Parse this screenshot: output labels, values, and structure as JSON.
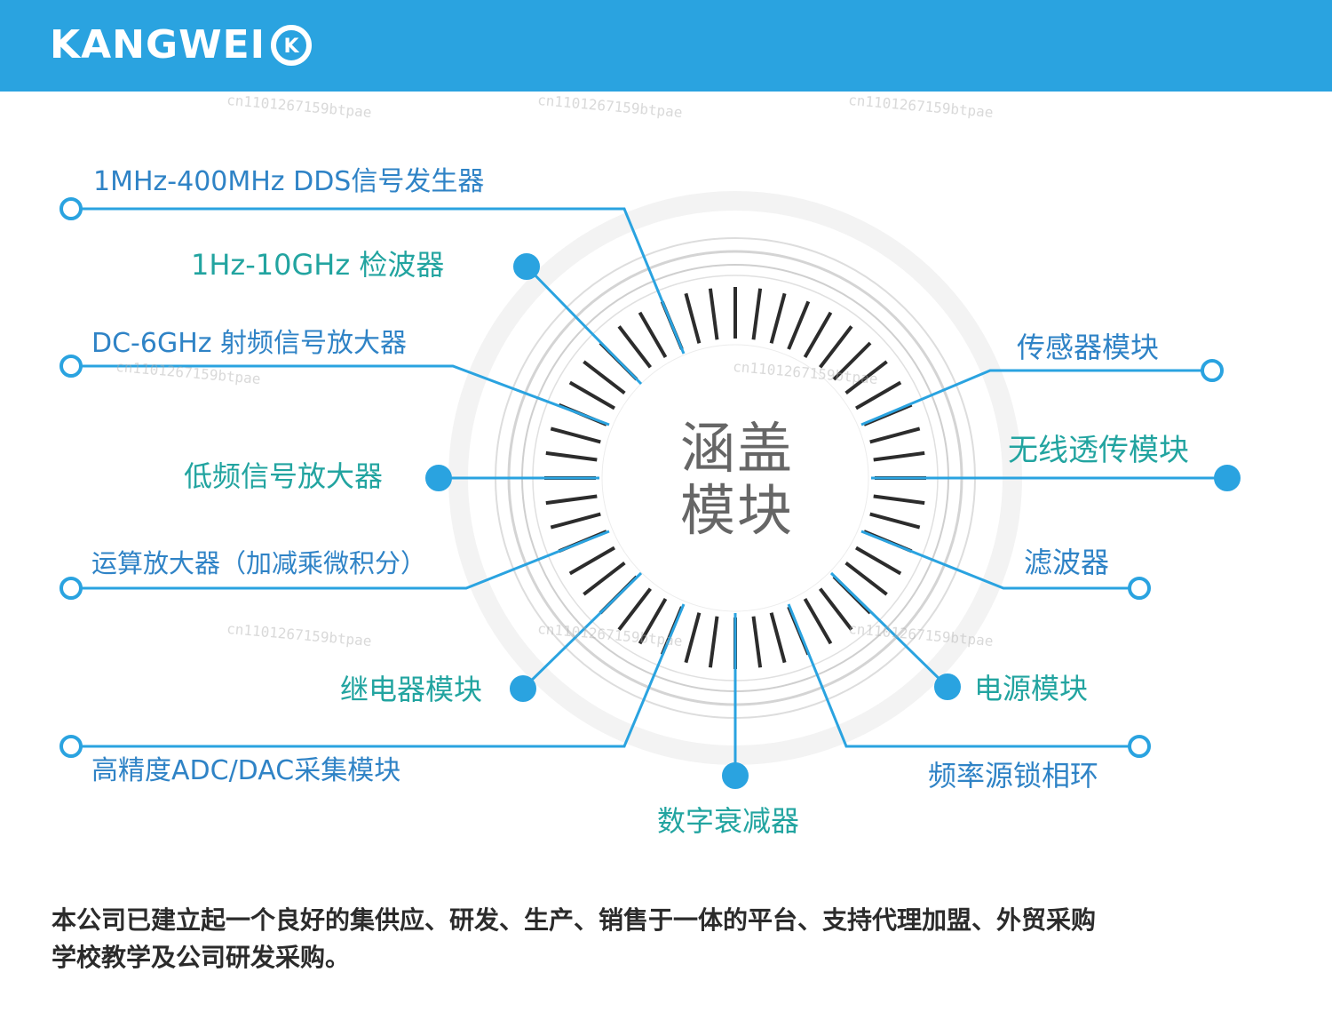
{
  "brand": {
    "name": "KANGWEI",
    "badge": "K",
    "header_color": "#2aa3e0"
  },
  "center": {
    "line1": "涵盖",
    "line2": "模块"
  },
  "colors": {
    "line": "#2aa3e0",
    "blue_text": "#2f83c6",
    "teal_text": "#22a4a0",
    "tick": "#2c2c2c"
  },
  "modules": {
    "dds": "1MHz-400MHz  DDS信号发生器",
    "detector": "1Hz-10GHz  检波器",
    "rf_amp": "DC-6GHz  射频信号放大器",
    "lf_amp": "低频信号放大器",
    "opamp": "运算放大器（加减乘微积分）",
    "relay": "继电器模块",
    "adc_dac": "高精度ADC/DAC采集模块",
    "attenuator": "数字衰减器",
    "sensor": "传感器模块",
    "wireless": "无线透传模块",
    "filter": "滤波器",
    "power": "电源模块",
    "pll": "频率源锁相环"
  },
  "footer": {
    "line1": "本公司已建立起一个良好的集供应、研发、生产、销售于一体的平台、支持代理加盟、外贸采购",
    "line2": "学校教学及公司研发采购。"
  },
  "watermark": "cn1101267159btpae"
}
